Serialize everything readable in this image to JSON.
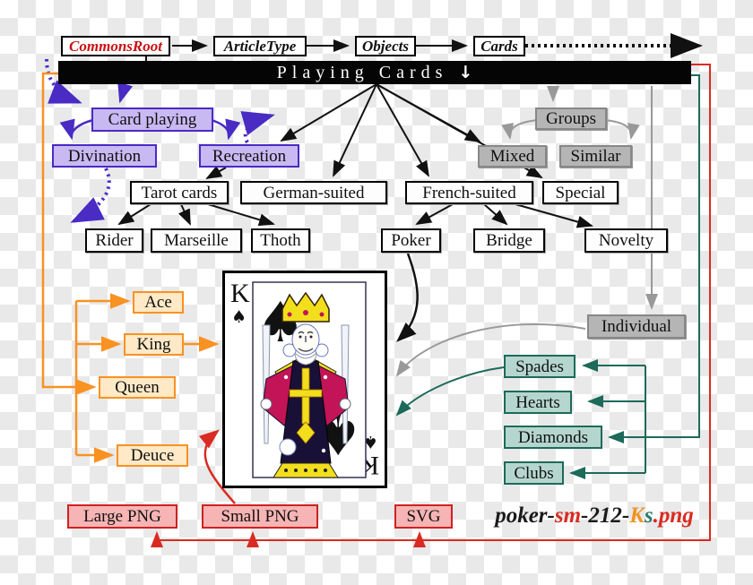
{
  "top_chain": {
    "items": [
      {
        "label": "CommonsRoot"
      },
      {
        "label": "ArticleType"
      },
      {
        "label": "Objects"
      },
      {
        "label": "Cards"
      }
    ]
  },
  "banner": {
    "title": "Playing Cards"
  },
  "tree": {
    "card_playing": "Card playing",
    "divination": "Divination",
    "recreation": "Recreation",
    "groups": "Groups",
    "mixed": "Mixed",
    "similar": "Similar",
    "tarot_cards": "Tarot cards",
    "german_suited": "German-suited",
    "french_suited": "French-suited",
    "special": "Special",
    "rider": "Rider",
    "marseille": "Marseille",
    "thoth": "Thoth",
    "poker": "Poker",
    "bridge": "Bridge",
    "novelty": "Novelty",
    "individual": "Individual",
    "ranks": {
      "ace": "Ace",
      "king": "King",
      "queen": "Queen",
      "deuce": "Deuce"
    },
    "suits": {
      "spades": "Spades",
      "hearts": "Hearts",
      "diamonds": "Diamonds",
      "clubs": "Clubs"
    },
    "files": {
      "large_png": "Large PNG",
      "small_png": "Small PNG",
      "svg": "SVG"
    }
  },
  "card": {
    "rank": "K",
    "suit": "♠"
  },
  "filename": {
    "parts": [
      {
        "text": "poker-"
      },
      {
        "text": "sm"
      },
      {
        "text": "-212-"
      },
      {
        "text": "K"
      },
      {
        "text": "s"
      },
      {
        "text": ".png"
      }
    ]
  },
  "colors": {
    "purple_line": "#5533cc",
    "lavender_fill": "#c9b9f2",
    "orange_line": "#f89222",
    "teal_line": "#1d6a5a",
    "red_line": "#d92b21",
    "gray_line": "#999999",
    "banner_bg": "#050505"
  }
}
